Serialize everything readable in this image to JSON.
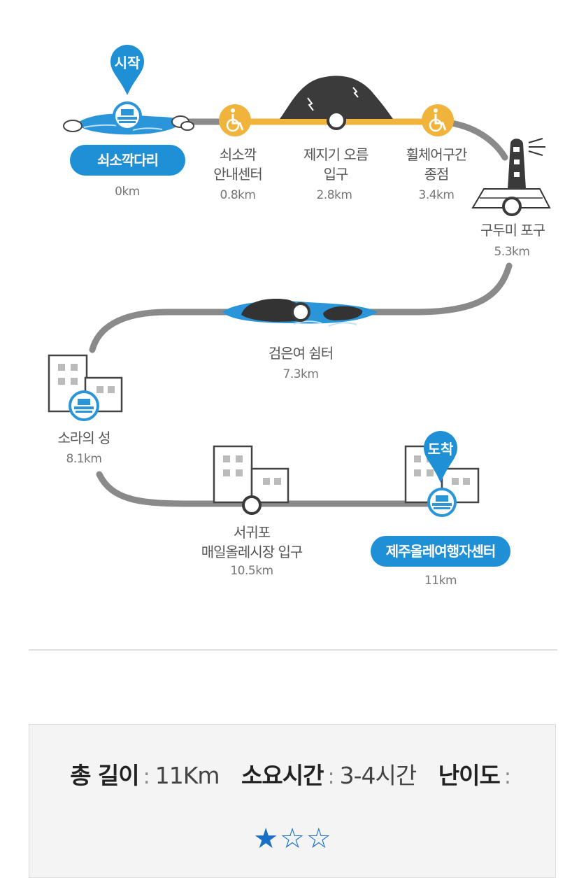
{
  "pins": {
    "start": "시작",
    "end": "도착"
  },
  "stops": [
    {
      "id": "s1",
      "name": "쇠소깍다리",
      "dist": "0km"
    },
    {
      "id": "s2",
      "name": "쇠소깍\n안내센터",
      "dist": "0.8km"
    },
    {
      "id": "s3",
      "name": "제지기 오름\n입구",
      "dist": "2.8km"
    },
    {
      "id": "s4",
      "name": "휠체어구간\n종점",
      "dist": "3.4km"
    },
    {
      "id": "s5",
      "name": "구두미 포구",
      "dist": "5.3km"
    },
    {
      "id": "s6",
      "name": "검은여 쉼터",
      "dist": "7.3km"
    },
    {
      "id": "s7",
      "name": "소라의 성",
      "dist": "8.1km"
    },
    {
      "id": "s8",
      "name": "서귀포\n매일올레시장 입구",
      "dist": "10.5km"
    },
    {
      "id": "s9",
      "name": "제주올레여행자센터",
      "dist": "11km"
    }
  ],
  "info": {
    "length_label": "총 길이",
    "length_value": "11Km",
    "time_label": "소요시간",
    "time_value": "3-4시간",
    "difficulty_label": "난이도",
    "difficulty_rating": 1,
    "difficulty_max": 3
  },
  "colors": {
    "route": "#8a8a8a",
    "wheelchair": "#f0b43c",
    "accent": "#1f8fd6",
    "star": "#1a6fc9"
  }
}
